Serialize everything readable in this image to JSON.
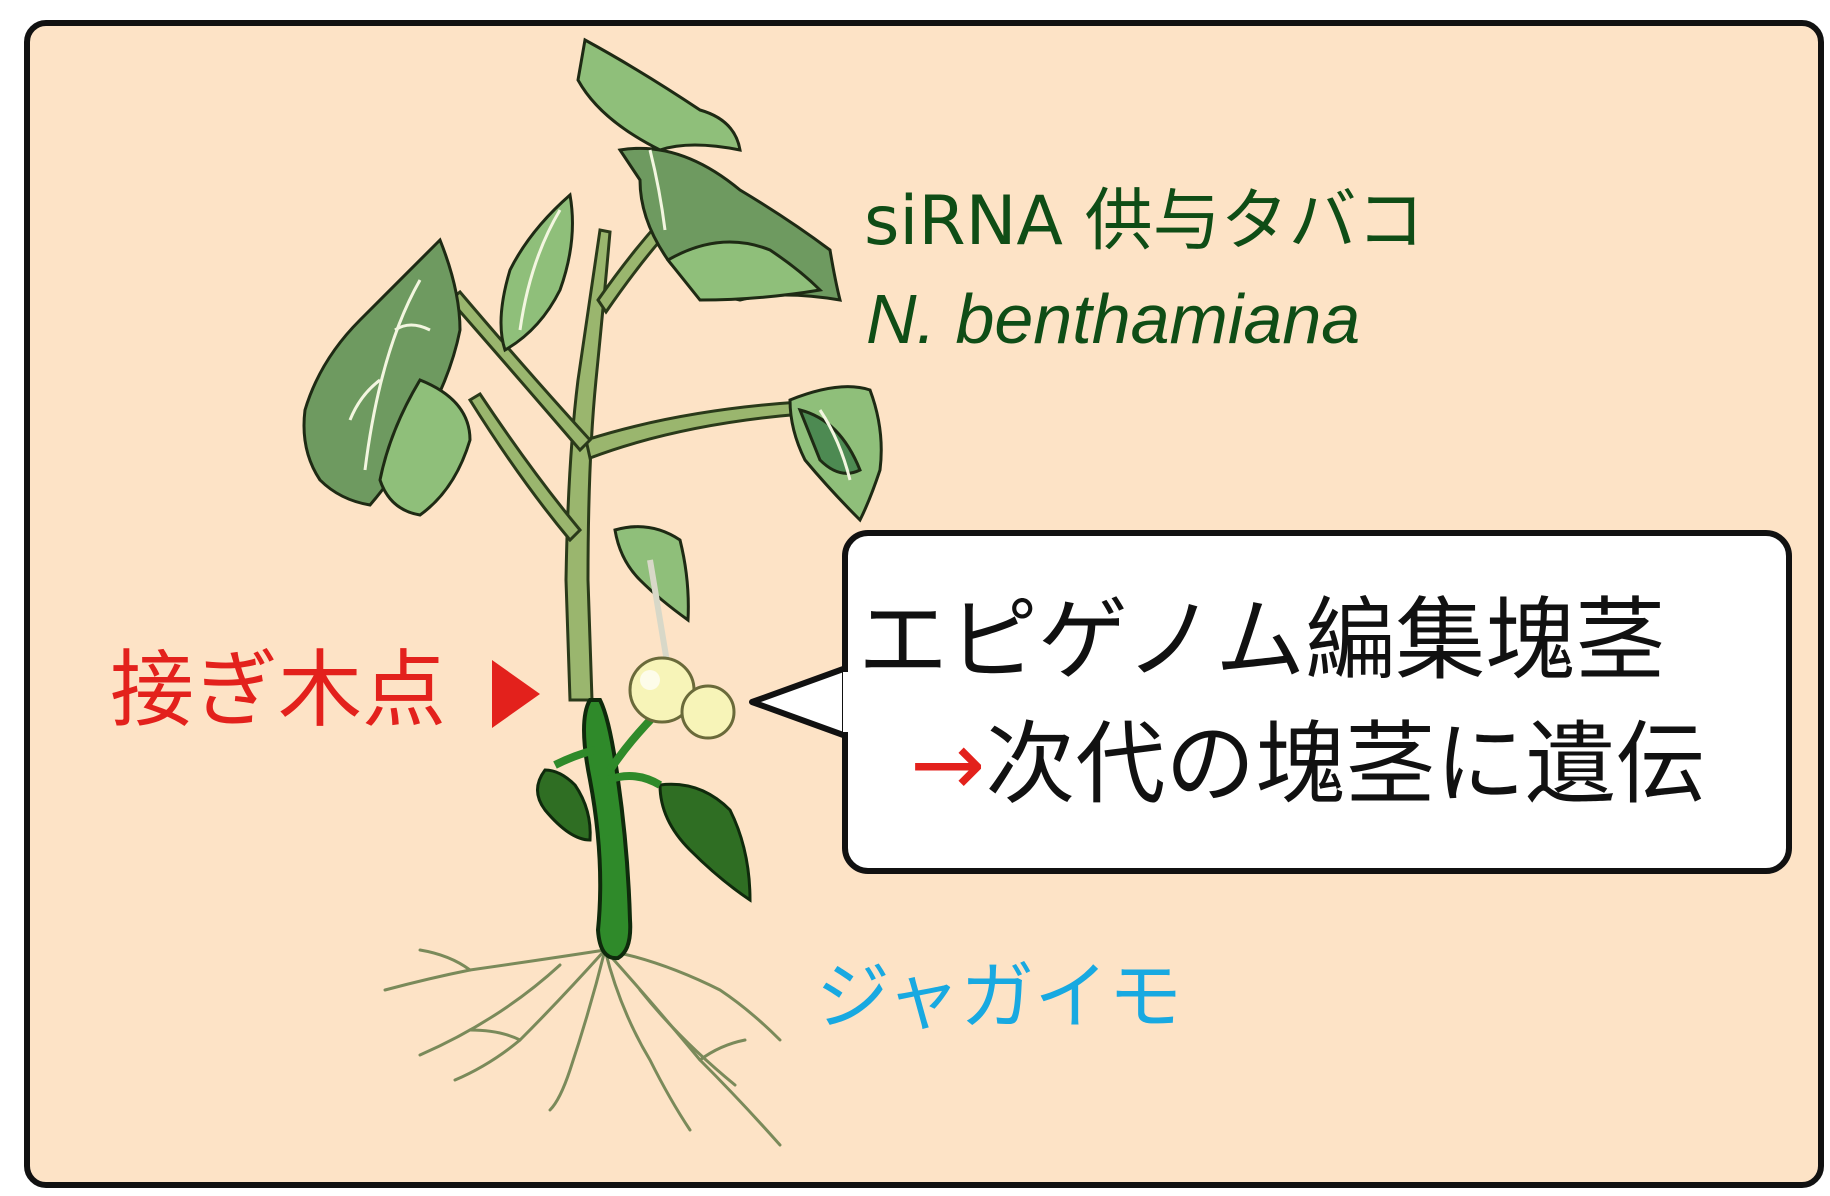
{
  "donor": {
    "title": "siRNA 供与タバコ",
    "species": "N. benthamiana"
  },
  "graft": {
    "label": "接ぎ木点",
    "marker_icon": "right-triangle"
  },
  "callout": {
    "line1": "エピゲノム編集塊茎",
    "arrow": "→",
    "line2": "次代の塊茎に遺伝"
  },
  "rootstock": {
    "label": "ジャガイモ"
  },
  "colors": {
    "background": "#fde3c6",
    "donor_text": "#0f4d16",
    "graft_text": "#e3211c",
    "rootstock_text": "#18a9e1",
    "leaf": "#8fbf7a",
    "leaf_dark": "#6e9a60",
    "stem": "#9ab66e",
    "potato_stem": "#2f8a2a",
    "tuber": "#f7f4b8",
    "root": "#7a8a5a"
  }
}
